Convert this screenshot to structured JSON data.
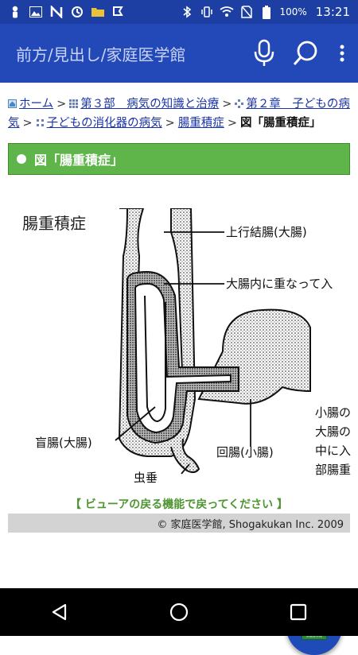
{
  "status": {
    "battery": "100%",
    "time": "13:21"
  },
  "appbar": {
    "title": "前方/見出し/家庭医学館"
  },
  "breadcrumb": {
    "home": "ホーム",
    "sep": ">",
    "part": "第３部　病気の知識と治療",
    "chapter": "第２章　子どもの病気",
    "section": "子どもの消化器の病気",
    "article": "腸重積症",
    "current": "図「腸重積症」"
  },
  "section": {
    "title": "図「腸重積症」"
  },
  "figure": {
    "title": "腸重積症",
    "label_ascending_colon": "上行結腸(大腸)",
    "label_inside": "大腸内に重なって入",
    "label_cecum": "盲腸(大腸)",
    "label_ileum": "回腸(小腸)",
    "label_appendix": "虫垂",
    "side_note": [
      "小腸の",
      "大腸の",
      "中に入",
      "部腸重"
    ]
  },
  "footer": {
    "back_note": "【 ビューアの戻る機能で戻ってください 】",
    "credit": "© 家庭医学館, Shogakukan Inc. 2009"
  },
  "fab": {
    "label": "家庭医学館"
  },
  "colors": {
    "statusbar": "#1d3fa3",
    "appbar": "#2249b7",
    "section_green": "#5fb54a",
    "link": "#1a33a8"
  }
}
